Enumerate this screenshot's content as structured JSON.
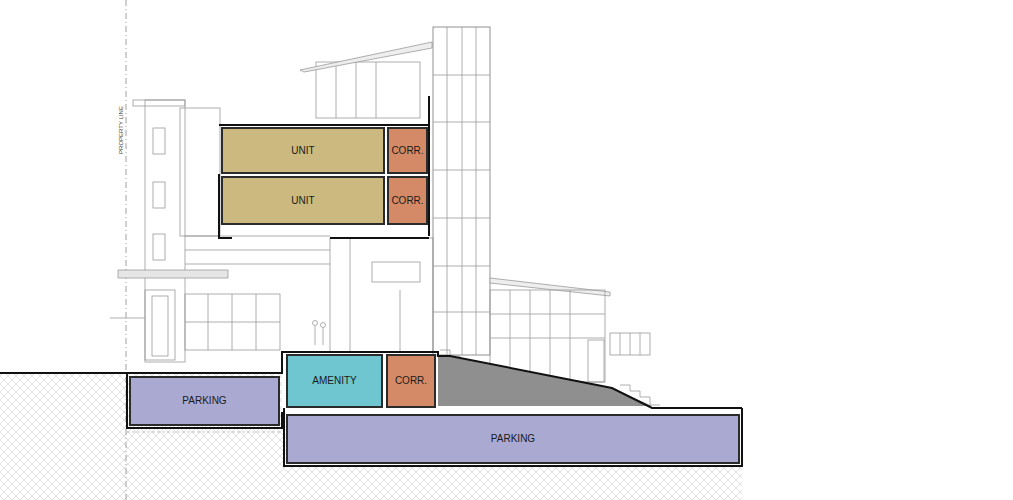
{
  "diagram": {
    "nodes": [
      {
        "text": [
          "UNIT"
        ]
      },
      {
        "text": [
          "CORR."
        ]
      },
      {
        "text": [
          "UNIT"
        ]
      },
      {
        "text": [
          "CORR."
        ]
      },
      {
        "text": [
          "PARKING"
        ]
      },
      {
        "text": [
          "AMENITY"
        ]
      },
      {
        "text": [
          "CORR."
        ]
      },
      {
        "text": [
          "PARKING"
        ]
      }
    ],
    "labels": [
      "PROPERTY LINE"
    ]
  }
}
